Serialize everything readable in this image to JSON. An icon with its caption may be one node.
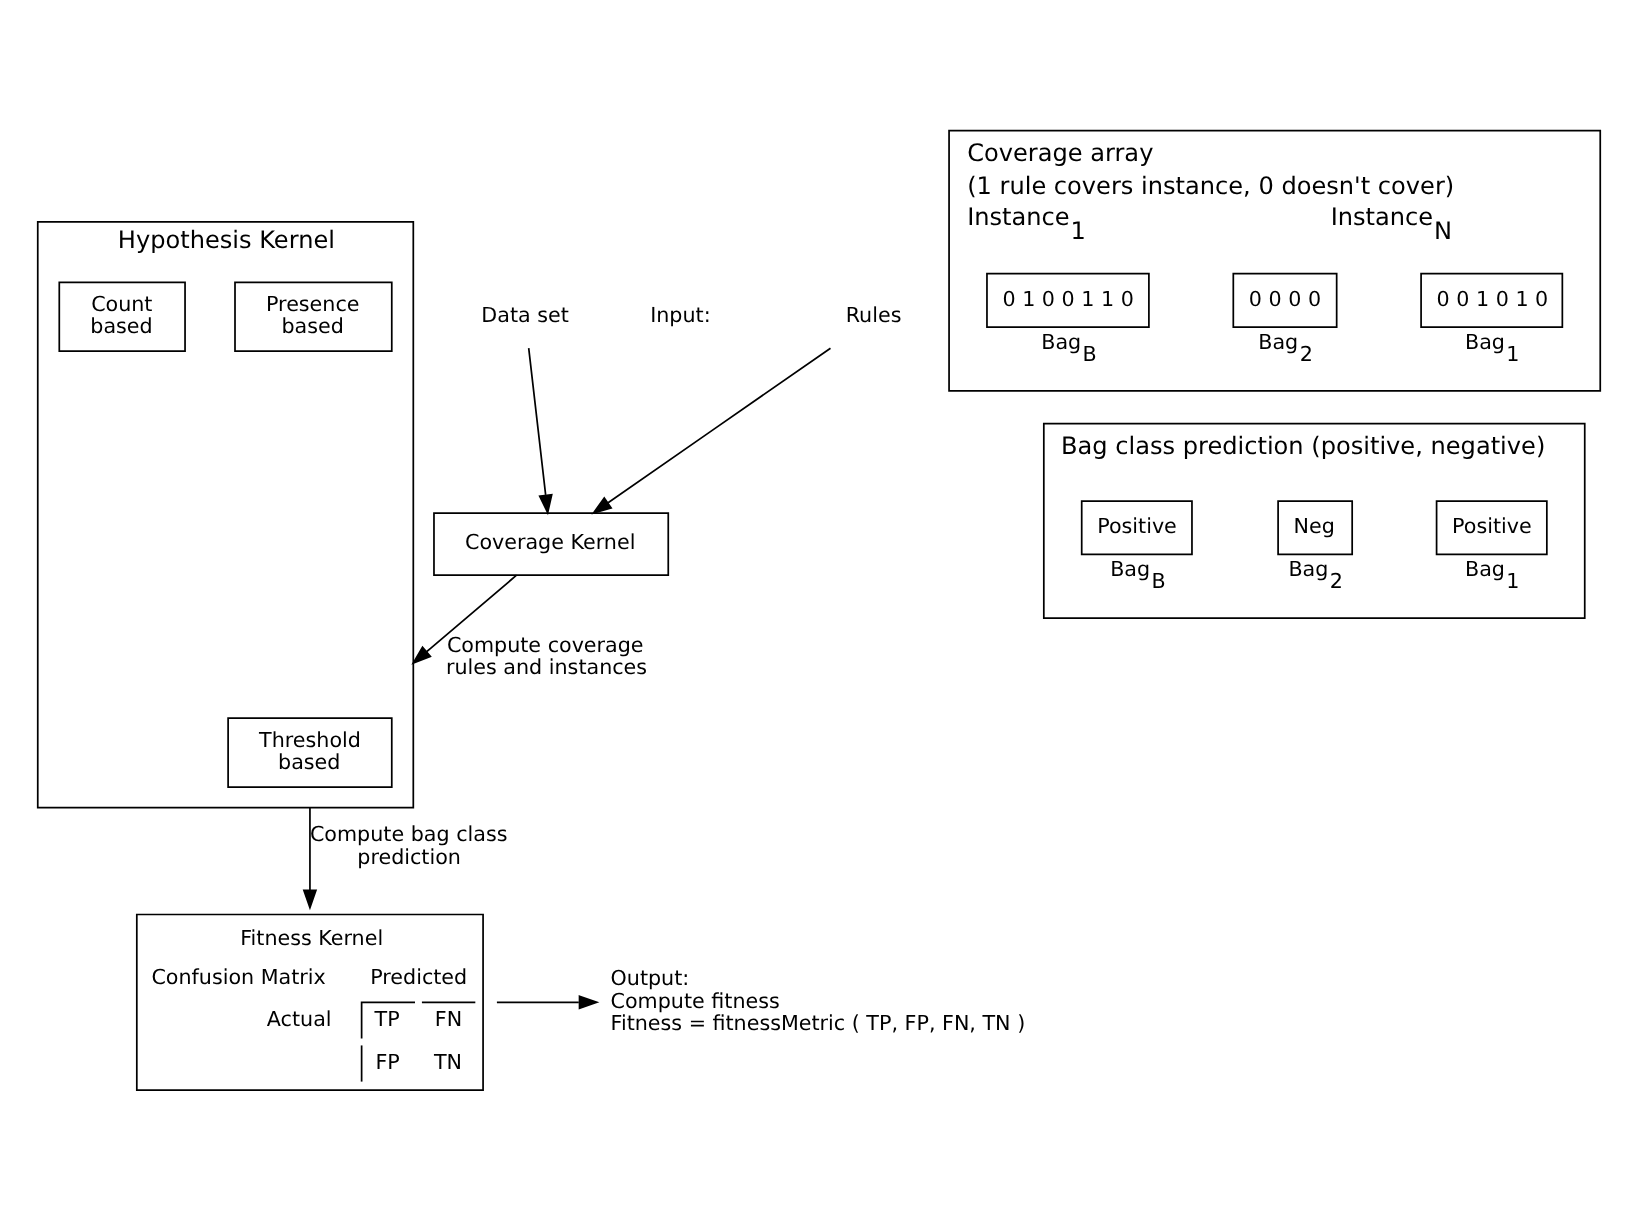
{
  "diagram": {
    "nodes": [
      {
        "text": [
          "Rules"
        ]
      },
      {
        "text": [
          "Data set"
        ]
      },
      {
        "text": [
          "Coverage Kernel"
        ]
      },
      {
        "text": [
          "Hypothesis Kernel"
        ]
      },
      {
        "text": [
          "Presence based"
        ],
        "in": 3
      },
      {
        "text": [
          "Threshold based"
        ],
        "in": 3
      },
      {
        "text": [
          "Count based"
        ],
        "in": 3
      },
      {
        "text": [
          "Fitness Kernel",
          "Confusion Matrix",
          "Predicted",
          "Actual",
          "TP",
          "FN",
          "FP",
          "TN"
        ]
      },
      {
        "text": [
          "Output:",
          "Compute fitness",
          "Fitness = fitnessMetric ( TP, FP, FN, TN )"
        ]
      },
      {
        "text": [
          "Coverage array",
          "(1 rule covers instance, 0 doesn't cover)",
          "Instance$_{1}$",
          "Instance$_{N}$"
        ]
      },
      {
        "text": [
          "0 0 1 0 1 0"
        ],
        "in": 9,
        "beside": [
          "Bag$_{1}$"
        ]
      },
      {
        "text": [
          "0 0 0 0"
        ],
        "in": 9,
        "beside": [
          "Bag$_{2}$"
        ]
      },
      {
        "text": [
          "0 1 0 0 1 1 0"
        ],
        "in": 9,
        "beside": [
          "Bag$_{B}$"
        ]
      },
      {
        "text": [
          "Bag class prediction (positive, negative)"
        ]
      },
      {
        "text": [
          "Positive"
        ],
        "in": 13,
        "beside": [
          "Bag$_{1}$"
        ]
      },
      {
        "text": [
          "Neg"
        ],
        "in": 13,
        "beside": [
          "Bag$_{2}$"
        ]
      },
      {
        "text": [
          "Positive"
        ],
        "in": 13,
        "beside": [
          "Bag$_{B}$"
        ]
      }
    ],
    "edges": [
      {
        "from": 0,
        "to": 2,
        "arrow": "to"
      },
      {
        "from": 1,
        "to": 2,
        "arrow": "to"
      },
      {
        "from": 2,
        "to": 3,
        "arrow": "to",
        "label": "Compute coverage rules and instances"
      },
      {
        "from": 3,
        "to": 7,
        "arrow": "to",
        "label": "Compute bag class prediction"
      },
      {
        "from": 7,
        "to": 8,
        "arrow": "to"
      }
    ],
    "labels": [
      "Input:"
    ]
  }
}
